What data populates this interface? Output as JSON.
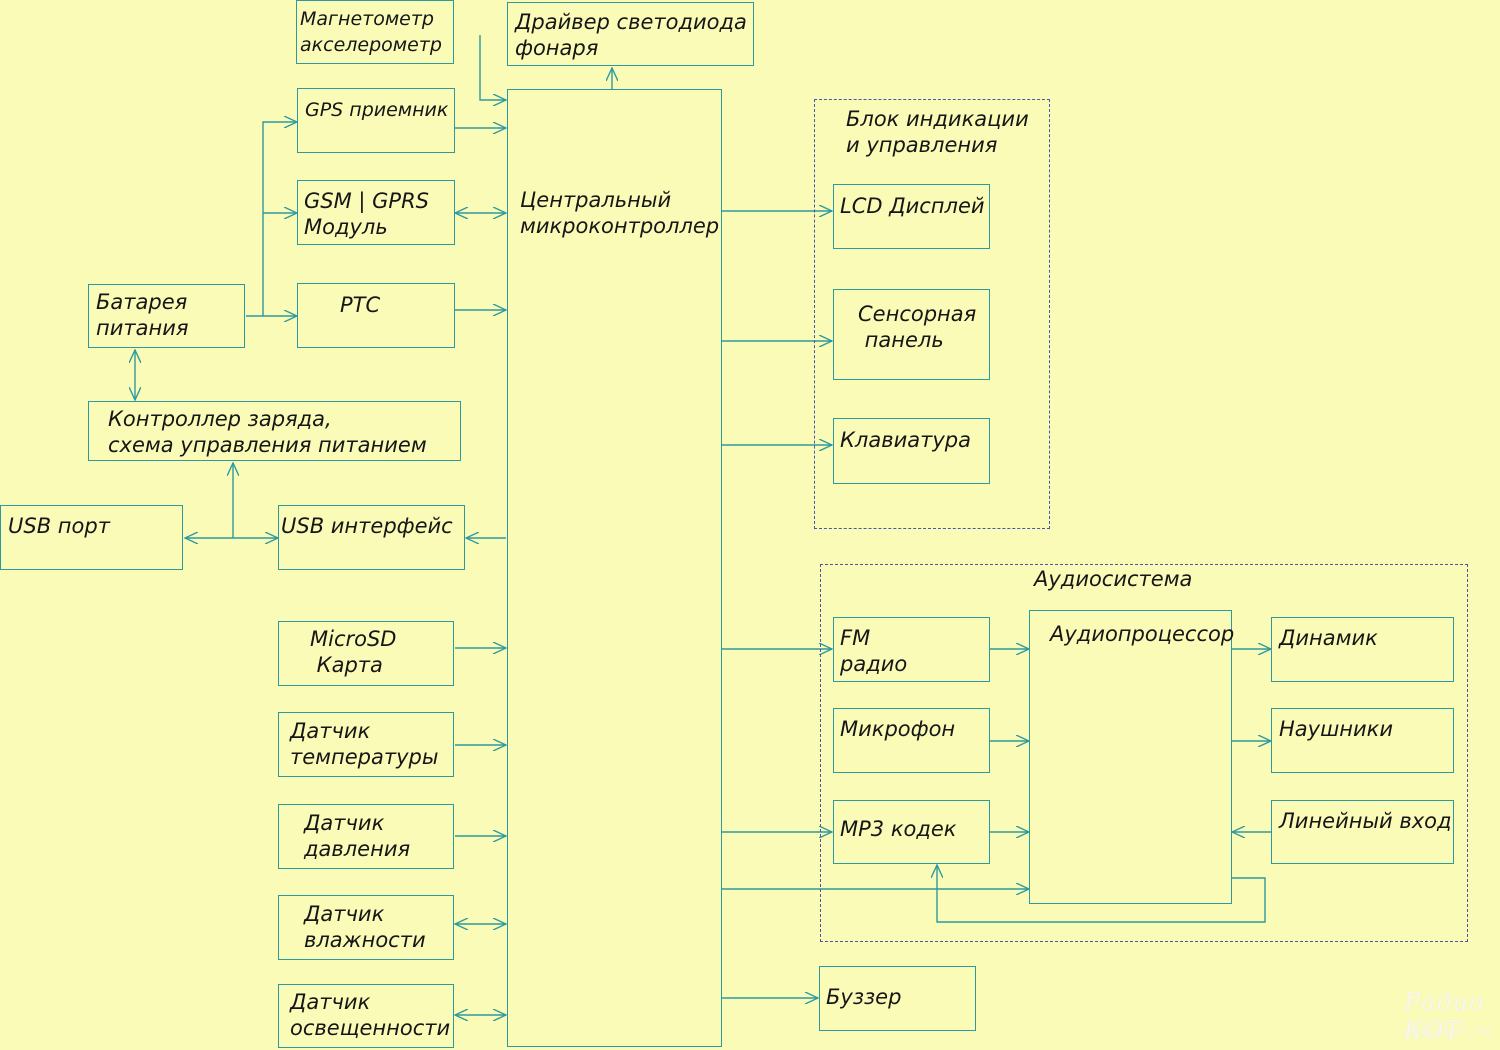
{
  "colors": {
    "background": "#fbfbb8",
    "block_border": "#2e9a9e",
    "wire": "#2e9a9e",
    "group_border": "#4a56a6",
    "text": "#161616"
  },
  "blocks": {
    "magnetometer": "Магнетометр\nакселерометр",
    "led_driver": "Драйвер светодиода\nфонаря",
    "gps": "GPS приемник",
    "gsm": "GSM | GPRS\nМодуль",
    "battery": "Батарея\nпитания",
    "rtc": "РТС",
    "charge_controller": "Контроллер заряда,\nсхема управления питанием",
    "usb_port": "USB порт",
    "usb_interface": "USB интерфейс",
    "microsd": "MicroSD\n Карта",
    "temp_sensor": "Датчик\nтемпературы",
    "pressure_sensor": "Датчик\nдавления",
    "humidity_sensor": "Датчик\nвлажности",
    "light_sensor": "Датчик\nосвещенности",
    "mcu": "Центральный\nмикроконтроллер",
    "lcd": "LCD Дисплей",
    "touch_panel": "Сенсорная\n панель",
    "keyboard": "Клавиатура",
    "fm_radio": "FM\nрадио",
    "microphone": "Микрофон",
    "mp3_codec": "MP3 кодек",
    "audio_processor": "Аудиопроцессор",
    "speaker": "Динамик",
    "headphones": "Наушники",
    "line_in": "Линейный вход",
    "buzzer": "Буззер"
  },
  "groups": {
    "indication": "Блок индикации\nи управления",
    "audio": "Аудиосистема"
  },
  "watermark": {
    "brand": "Радио КОТ",
    "url": "radiokot.ru"
  }
}
